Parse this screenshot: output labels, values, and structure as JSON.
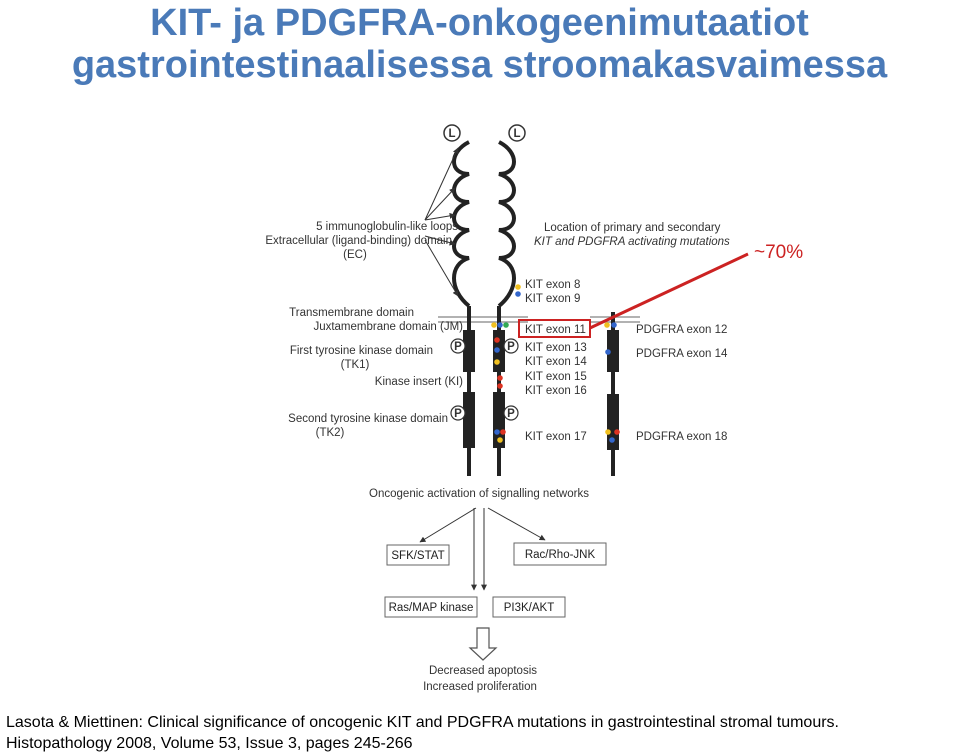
{
  "title": {
    "line1": "KIT- ja PDGFRA-onkogeenimutaatiot",
    "line2": "gastrointestinaalisessa stroomakasvaimessa"
  },
  "diagram": {
    "ligand": "L",
    "phospho": "P",
    "labels": {
      "ig_loops": "5 immunoglobulin-like loops",
      "extracellular": "Extracellular (ligand-binding) domain",
      "ec": "(EC)",
      "transmembrane": "Transmembrane domain",
      "juxtamembrane": "Juxtamembrane domain (JM)",
      "tk1_a": "First tyrosine kinase domain",
      "tk1_b": "(TK1)",
      "kinase_insert": "Kinase insert (KI)",
      "tk2_a": "Second tyrosine kinase domain",
      "tk2_b": "(TK2)",
      "location_a": "Location of primary and secondary",
      "location_b": "KIT and PDGFRA activating mutations"
    },
    "kit_exons": [
      "KIT exon 8",
      "KIT exon 9",
      "KIT exon 11",
      "KIT exon 13",
      "KIT exon 14",
      "KIT exon 15",
      "KIT exon 16",
      "KIT exon 17"
    ],
    "pdgfra_exons": [
      "PDGFRA exon 12",
      "PDGFRA exon 14",
      "PDGFRA exon 18"
    ],
    "percent": "~70%",
    "signalling": "Oncogenic activation of signalling networks",
    "pathways": [
      "SFK/STAT",
      "Rac/Rho-JNK",
      "Ras/MAP kinase",
      "PI3K/AKT"
    ],
    "outcome_a": "Decreased apoptosis",
    "outcome_b": "Increased proliferation",
    "colors": {
      "title": "#4a7ab8",
      "highlight": "#cc2222",
      "dot_yellow": "#f0c020",
      "dot_blue": "#3366cc",
      "dot_red": "#dd3322",
      "dot_green": "#33aa55"
    }
  },
  "citation": {
    "line1": "Lasota & Miettinen: Clinical significance of oncogenic KIT and PDGFRA mutations in gastrointestinal stromal tumours.",
    "line2": "Histopathology 2008, Volume 53, Issue 3, pages 245-266"
  }
}
